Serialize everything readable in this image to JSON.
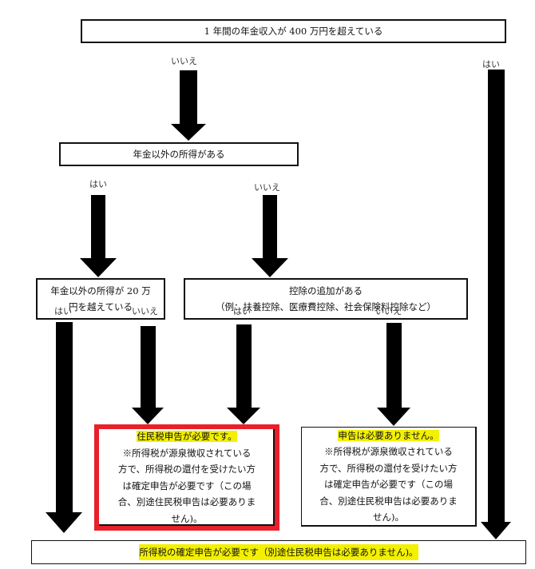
{
  "flowchart": {
    "q1": {
      "text": "1 年間の年金収入が 400 万円を超えている",
      "yes": "はい",
      "no": "いいえ"
    },
    "q2": {
      "text": "年金以外の所得がある",
      "yes": "はい",
      "no": "いいえ"
    },
    "q3": {
      "line1": "年金以外の所得が 20 万",
      "line2": "円を越えている",
      "yes": "はい",
      "no": "いいえ"
    },
    "q4": {
      "line1": "控除の追加がある",
      "line2": "（例：扶養控除、医療費控除、社会保険料控除など）",
      "yes": "はい",
      "no": "いいえ"
    },
    "result_resident": {
      "headline": "住民税申告が必要です。",
      "lines": [
        "※所得税が源泉徴収されている",
        "方で、所得税の還付を受けたい方",
        "は確定申告が必要です（この場",
        "合、別途住民税申告は必要ありま",
        "せん)。"
      ],
      "highlight_color": "#f3f000",
      "border_color": "#e8202a"
    },
    "result_none": {
      "headline": "申告は必要ありません。",
      "lines": [
        "※所得税が源泉徴収されている",
        "方で、所得税の還付を受けたい方",
        "は確定申告が必要です（この場",
        "合、別途住民税申告は必要ありま",
        "せん)。"
      ],
      "highlight_color": "#f3f000"
    },
    "result_income_tax": {
      "headline": "所得税の確定申告が必要です（別途住民税申告は必要ありません)。",
      "highlight_color": "#f3f000"
    }
  }
}
